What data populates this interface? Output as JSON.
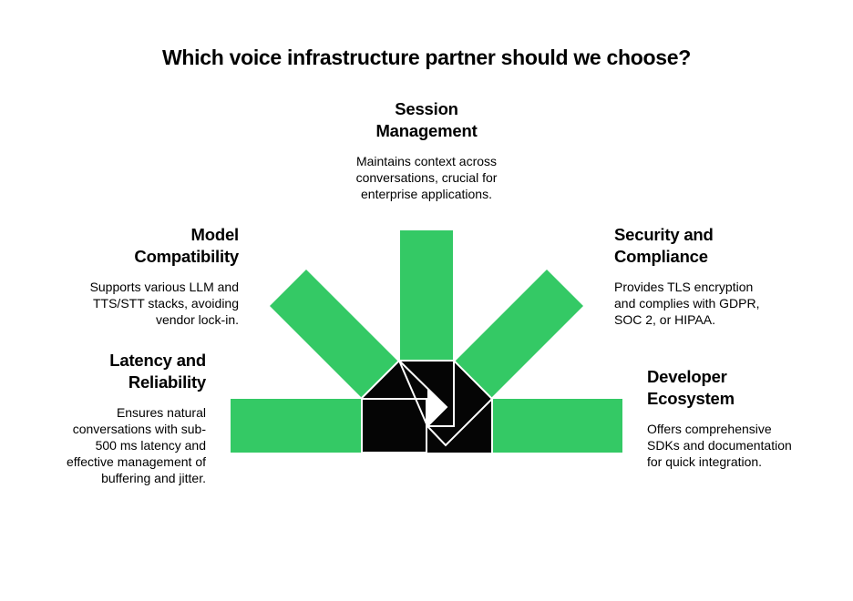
{
  "title": "Which voice infrastructure partner should we choose?",
  "colors": {
    "accent": "#34c965",
    "center": "#050505",
    "outline": "#ffffff",
    "text": "#000000",
    "background": "#ffffff"
  },
  "factors": [
    {
      "id": "latency",
      "title_line1": "Latency and",
      "title_line2": "Reliability",
      "desc_lines": [
        "Ensures natural",
        "conversations with sub-",
        "500 ms latency and",
        "effective management of",
        "buffering and jitter."
      ]
    },
    {
      "id": "model",
      "title_line1": "Model",
      "title_line2": "Compatibility",
      "desc_lines": [
        "Supports various LLM and",
        "TTS/STT stacks, avoiding",
        "vendor lock-in."
      ]
    },
    {
      "id": "session",
      "title_line1": "Session",
      "title_line2": "Management",
      "desc_lines": [
        "Maintains context across",
        "conversations, crucial for",
        "enterprise applications."
      ]
    },
    {
      "id": "security",
      "title_line1": "Security and",
      "title_line2": "Compliance",
      "desc_lines": [
        "Provides TLS encryption",
        "and complies with GDPR,",
        "SOC 2, or HIPAA."
      ]
    },
    {
      "id": "developer",
      "title_line1": "Developer",
      "title_line2": "Ecosystem",
      "desc_lines": [
        "Offers comprehensive",
        "SDKs and documentation",
        "for quick integration."
      ]
    }
  ]
}
